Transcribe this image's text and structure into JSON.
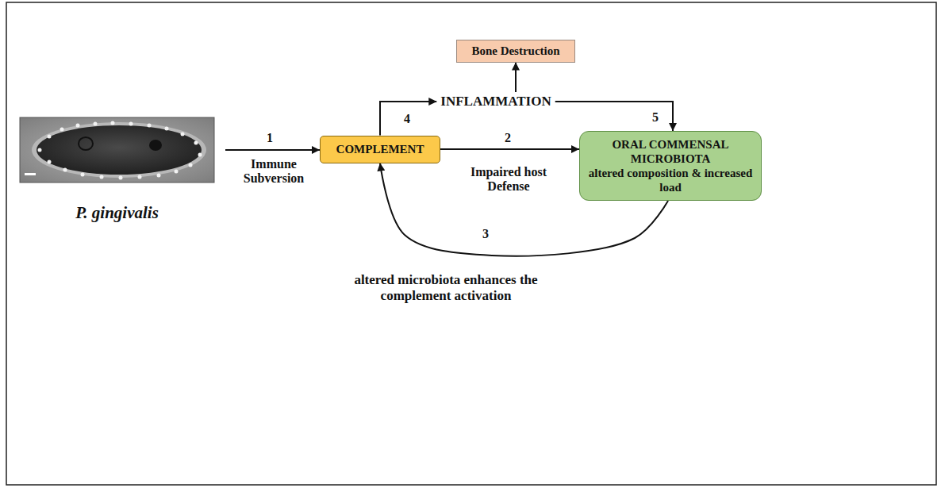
{
  "diagram": {
    "nodes": [
      {
        "text": [
          "P. gingivalis"
        ]
      },
      {
        "text": [
          "Bone Destruction"
        ]
      },
      {
        "text": [
          "INFLAMMATION"
        ]
      },
      {
        "text": [
          "COMPLEMENT"
        ]
      },
      {
        "text": [
          "ORAL COMMENSAL MICROBIOTA",
          "altered composition & increased load"
        ]
      }
    ],
    "edges": [
      {
        "from": 0,
        "to": 3,
        "arrow": "to",
        "label": "Immune Subversion"
      },
      {
        "from": 3,
        "to": 4,
        "arrow": "to",
        "label": "Impaired host Defense"
      },
      {
        "from": 4,
        "to": 3,
        "arrow": "to",
        "label": "altered microbiota enhances the complement activation"
      },
      {
        "from": 3,
        "to": 2,
        "arrow": "to"
      },
      {
        "from": 2,
        "to": 1,
        "arrow": "to"
      },
      {
        "from": 2,
        "to": 4,
        "arrow": "to"
      }
    ],
    "labels": [
      "1",
      "2",
      "3",
      "4",
      "5"
    ]
  }
}
